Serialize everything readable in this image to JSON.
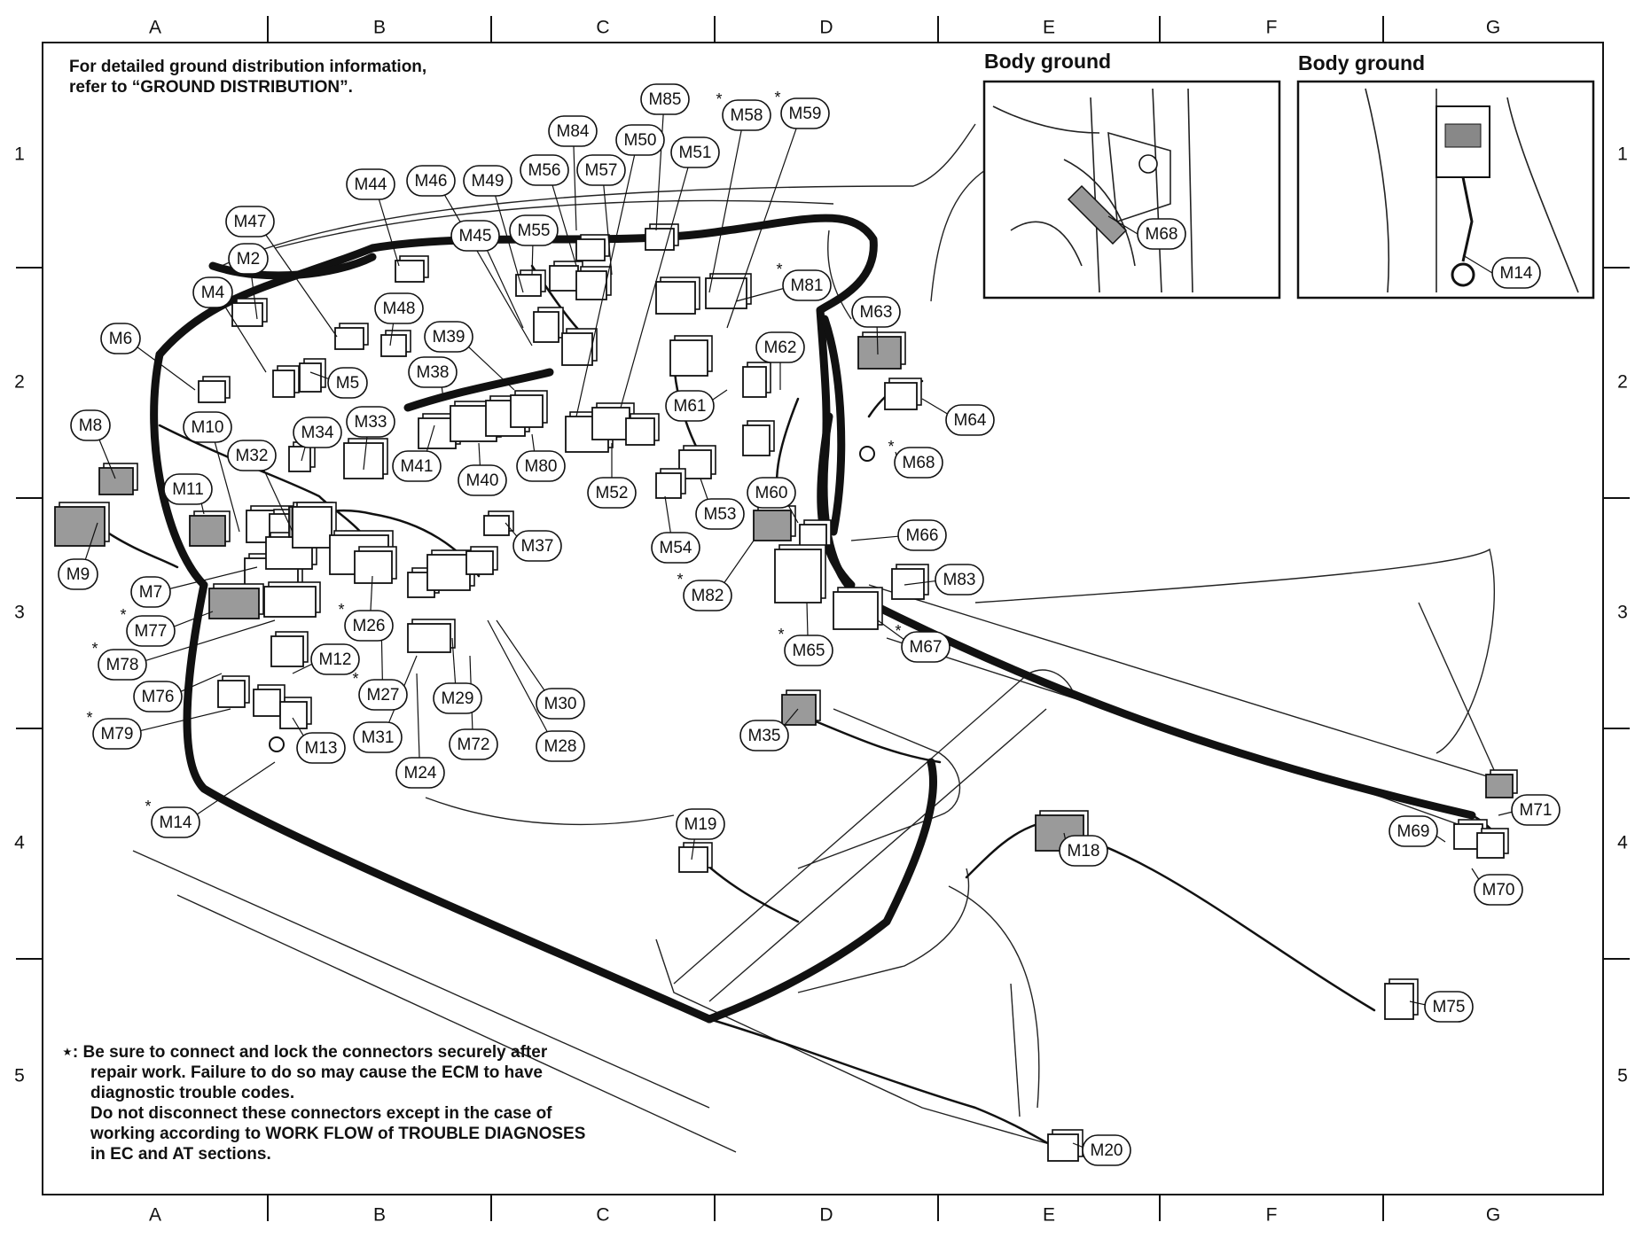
{
  "columns": [
    "A",
    "B",
    "C",
    "D",
    "E",
    "F",
    "G"
  ],
  "rows": [
    "1",
    "2",
    "3",
    "4",
    "5"
  ],
  "top_note": [
    "For detailed ground distribution information,",
    "refer to “GROUND DISTRIBUTION”."
  ],
  "bottom_note": [
    "⋆: Be sure to connect and lock the connectors securely after",
    "repair work. Failure to do so may cause the ECM to have",
    "diagnostic trouble codes.",
    "Do not disconnect these connectors except in the case of",
    "working according to WORK FLOW of TROUBLE DIAGNOSES",
    "in EC and AT sections."
  ],
  "insets": [
    {
      "title": "Body ground",
      "connector": "M68"
    },
    {
      "title": "Body ground",
      "connector": "M14"
    }
  ],
  "star_marker": "*",
  "connectors": [
    {
      "id": "M2"
    },
    {
      "id": "M4"
    },
    {
      "id": "M5"
    },
    {
      "id": "M6"
    },
    {
      "id": "M7"
    },
    {
      "id": "M8"
    },
    {
      "id": "M9"
    },
    {
      "id": "M10"
    },
    {
      "id": "M11"
    },
    {
      "id": "M12"
    },
    {
      "id": "M13"
    },
    {
      "id": "M14",
      "starred": true
    },
    {
      "id": "M18"
    },
    {
      "id": "M19"
    },
    {
      "id": "M20"
    },
    {
      "id": "M24"
    },
    {
      "id": "M26",
      "starred": true
    },
    {
      "id": "M27",
      "starred": true
    },
    {
      "id": "M28"
    },
    {
      "id": "M29"
    },
    {
      "id": "M30"
    },
    {
      "id": "M31"
    },
    {
      "id": "M32"
    },
    {
      "id": "M33"
    },
    {
      "id": "M34"
    },
    {
      "id": "M35"
    },
    {
      "id": "M37"
    },
    {
      "id": "M38"
    },
    {
      "id": "M39"
    },
    {
      "id": "M40"
    },
    {
      "id": "M41"
    },
    {
      "id": "M44"
    },
    {
      "id": "M45"
    },
    {
      "id": "M46"
    },
    {
      "id": "M47"
    },
    {
      "id": "M48"
    },
    {
      "id": "M49"
    },
    {
      "id": "M50"
    },
    {
      "id": "M51"
    },
    {
      "id": "M52"
    },
    {
      "id": "M53"
    },
    {
      "id": "M54"
    },
    {
      "id": "M55"
    },
    {
      "id": "M56"
    },
    {
      "id": "M57"
    },
    {
      "id": "M58",
      "starred": true
    },
    {
      "id": "M59",
      "starred": true
    },
    {
      "id": "M60"
    },
    {
      "id": "M61"
    },
    {
      "id": "M62"
    },
    {
      "id": "M63"
    },
    {
      "id": "M64"
    },
    {
      "id": "M65",
      "starred": true
    },
    {
      "id": "M66"
    },
    {
      "id": "M67",
      "starred": true
    },
    {
      "id": "M68",
      "starred": true
    },
    {
      "id": "M69"
    },
    {
      "id": "M70"
    },
    {
      "id": "M71"
    },
    {
      "id": "M72"
    },
    {
      "id": "M75"
    },
    {
      "id": "M76"
    },
    {
      "id": "M77",
      "starred": true
    },
    {
      "id": "M78",
      "starred": true
    },
    {
      "id": "M79",
      "starred": true
    },
    {
      "id": "M80"
    },
    {
      "id": "M81",
      "starred": true
    },
    {
      "id": "M82",
      "starred": true
    },
    {
      "id": "M83"
    },
    {
      "id": "M84"
    },
    {
      "id": "M85"
    }
  ]
}
